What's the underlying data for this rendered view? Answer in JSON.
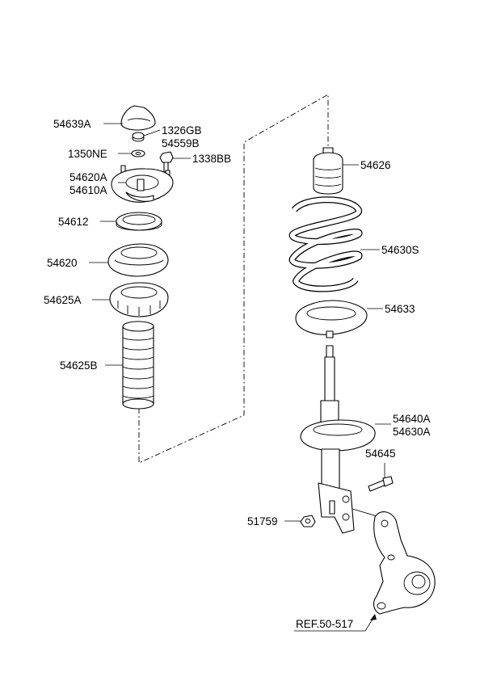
{
  "labels": {
    "p54639A": "54639A",
    "p1326GB": "1326GB",
    "p54559B": "54559B",
    "p1350NE": "1350NE",
    "p1338BB": "1338BB",
    "p54620A": "54620A",
    "p54610A": "54610A",
    "p54612": "54612",
    "p54620": "54620",
    "p54625A": "54625A",
    "p54625B": "54625B",
    "p54626": "54626",
    "p54630S": "54630S",
    "p54633": "54633",
    "p54640A": "54640A",
    "p54630A": "54630A",
    "p54645": "54645",
    "p51759": "51759",
    "ref": "REF.50-517"
  },
  "colors": {
    "line": "#000000",
    "background": "#ffffff"
  }
}
